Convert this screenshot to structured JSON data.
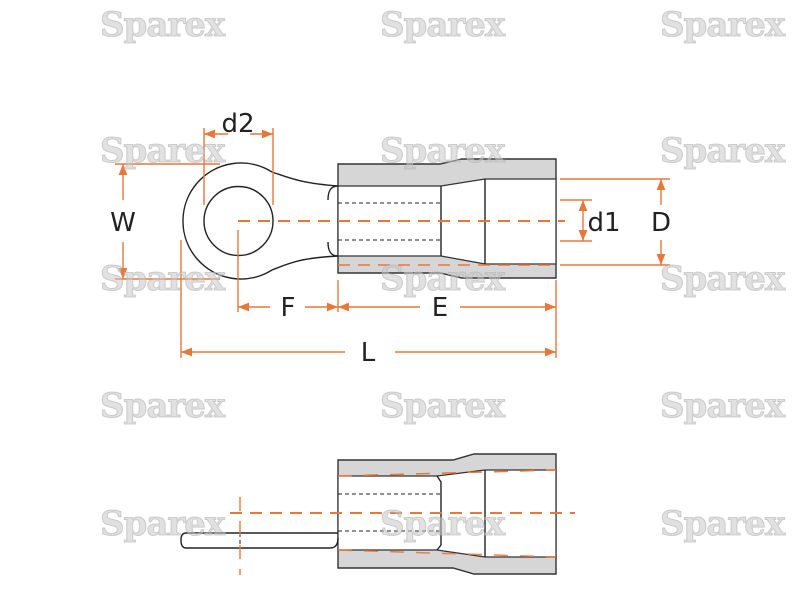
{
  "watermark": "Sparex",
  "labels": {
    "d2": "d2",
    "W": "W",
    "d1": "d1",
    "D": "D",
    "F": "F",
    "E": "E",
    "L": "L"
  },
  "colors": {
    "dimension": "#e8773a",
    "insulation": "#d6d6d6",
    "outline": "#222222"
  }
}
